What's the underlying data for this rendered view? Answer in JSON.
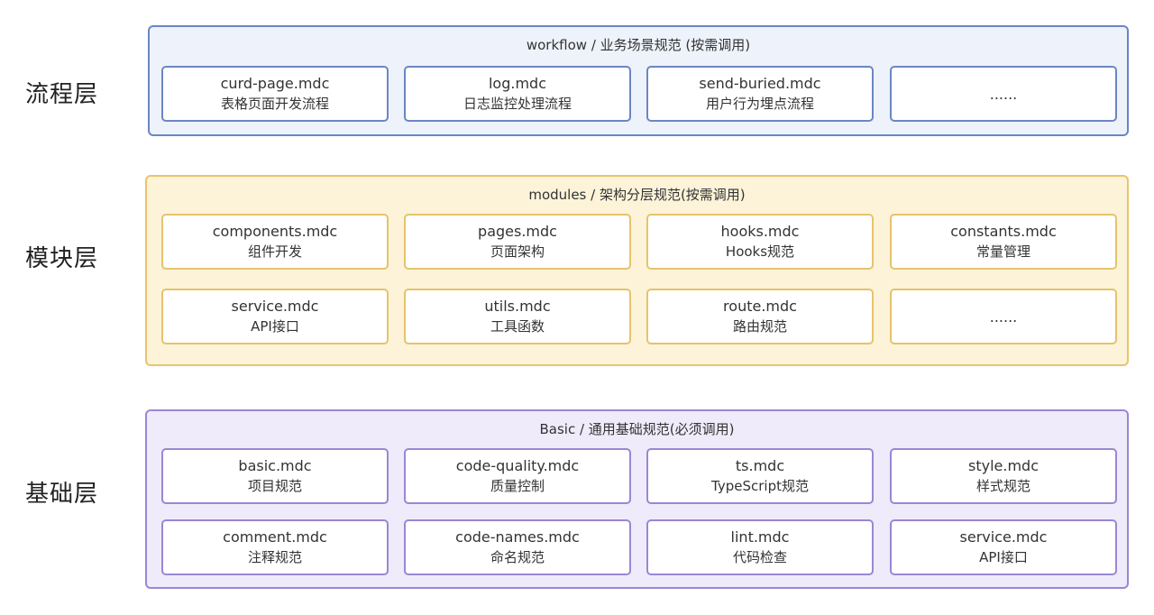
{
  "layers": {
    "workflow_label": "流程层",
    "modules_label": "模块层",
    "basic_label": "基础层"
  },
  "workflow": {
    "title": "workflow / 业务场景规范 (按需调用)",
    "cards": [
      {
        "name": "curd-page.mdc",
        "desc": "表格页面开发流程"
      },
      {
        "name": "log.mdc",
        "desc": "日志监控处理流程"
      },
      {
        "name": "send-buried.mdc",
        "desc": "用户行为埋点流程"
      },
      {
        "name": "......",
        "desc": ""
      }
    ]
  },
  "modules": {
    "title": "modules / 架构分层规范(按需调用)",
    "cards": [
      {
        "name": "components.mdc",
        "desc": "组件开发"
      },
      {
        "name": "pages.mdc",
        "desc": "页面架构"
      },
      {
        "name": "hooks.mdc",
        "desc": "Hooks规范"
      },
      {
        "name": "constants.mdc",
        "desc": "常量管理"
      },
      {
        "name": "service.mdc",
        "desc": "API接口"
      },
      {
        "name": "utils.mdc",
        "desc": "工具函数"
      },
      {
        "name": "route.mdc",
        "desc": "路由规范"
      },
      {
        "name": "......",
        "desc": ""
      }
    ]
  },
  "basic": {
    "title": "Basic / 通用基础规范(必须调用)",
    "cards": [
      {
        "name": "basic.mdc",
        "desc": "项目规范"
      },
      {
        "name": "code-quality.mdc",
        "desc": "质量控制"
      },
      {
        "name": "ts.mdc",
        "desc": "TypeScript规范"
      },
      {
        "name": "style.mdc",
        "desc": "样式规范"
      },
      {
        "name": "comment.mdc",
        "desc": "注释规范"
      },
      {
        "name": "code-names.mdc",
        "desc": "命名规范"
      },
      {
        "name": "lint.mdc",
        "desc": "代码检查"
      },
      {
        "name": "service.mdc",
        "desc": "API接口"
      }
    ]
  }
}
